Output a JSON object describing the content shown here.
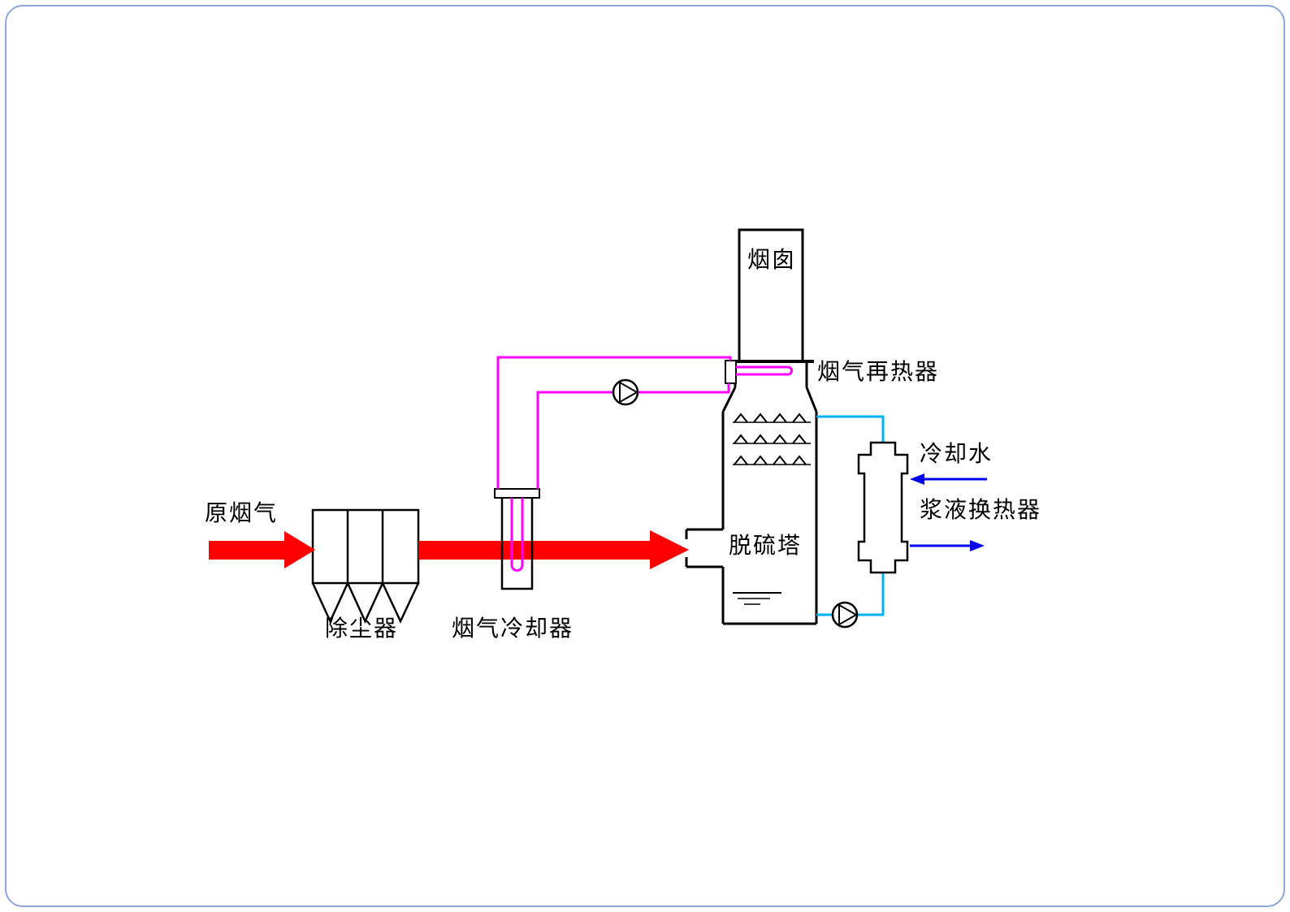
{
  "diagram": {
    "title_hint": "flue-gas-desulfurization-process-flow",
    "labels": {
      "raw_flue_gas": "原烟气",
      "dust_collector": "除尘器",
      "flue_gas_cooler": "烟气冷却器",
      "chimney": "烟囱",
      "flue_gas_reheater": "烟气再热器",
      "desulfurization_tower": "脱硫塔",
      "cooling_water": "冷却水",
      "slurry_heat_exchanger": "浆液换热器"
    },
    "colors": {
      "flue_gas_red": "#FF0000",
      "reheat_magenta": "#FF00FF",
      "slurry_cyan": "#00B0F0",
      "water_blue": "#0000EE",
      "line_black": "#000000",
      "page_border": "#8CA6D9",
      "background": "#FFFFFF"
    },
    "icons": {
      "pump": "pump-icon",
      "flue_gas_flow": "thick-arrow-right",
      "cooling_water_in": "arrow-left",
      "cooling_water_out": "arrow-right",
      "spray_nozzles": "up-arrow-row",
      "liquid_level": "level-mark"
    }
  }
}
